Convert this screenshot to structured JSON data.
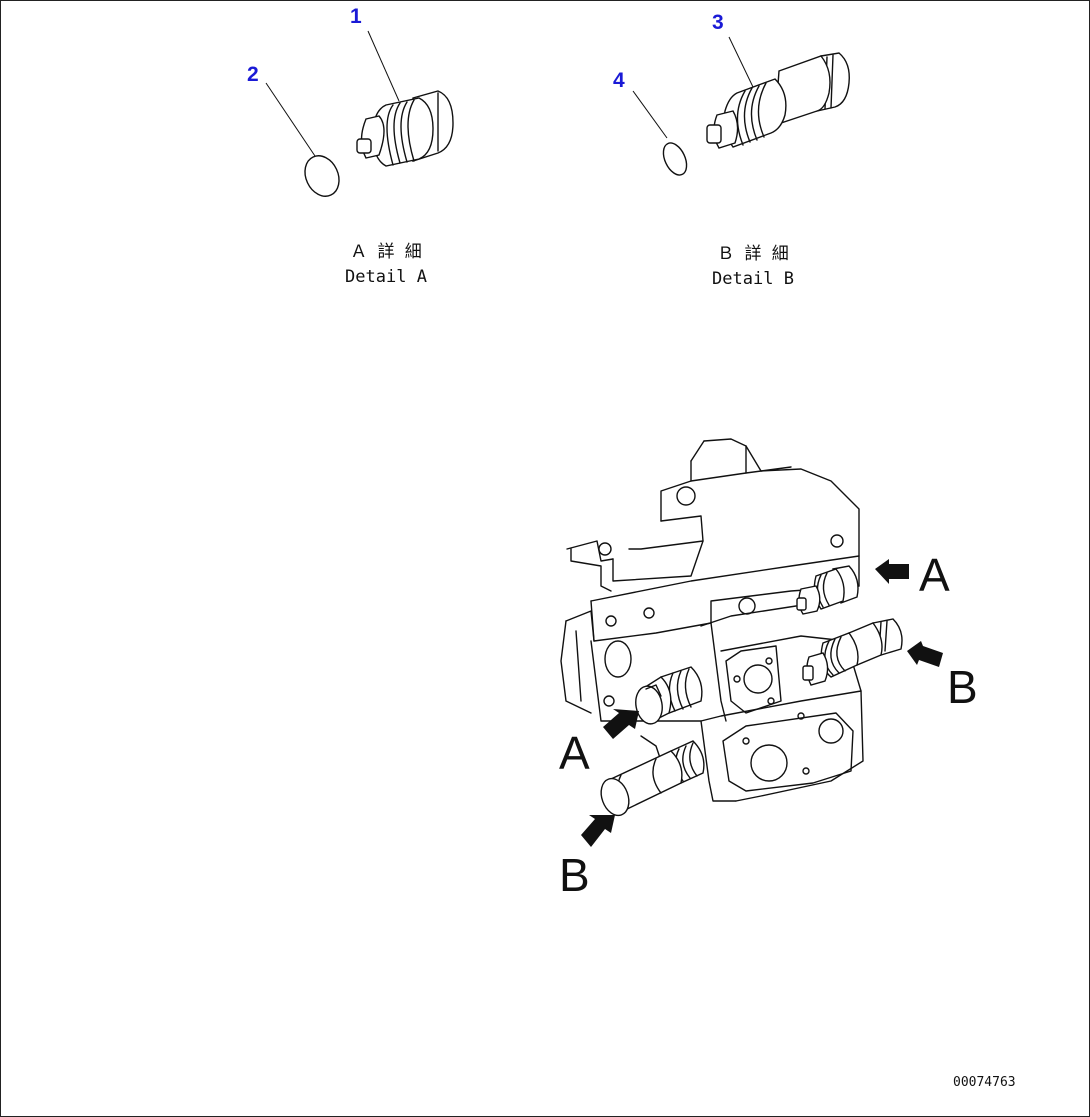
{
  "callouts": [
    "1",
    "2",
    "3",
    "4"
  ],
  "detail_a": {
    "jp": "Ａ 詳 細",
    "en": "Detail A"
  },
  "detail_b": {
    "jp": "Ｂ 詳 細",
    "en": "Detail B"
  },
  "view_letters": {
    "a_right": "A",
    "a_left": "A",
    "b_right": "B",
    "b_left": "B"
  },
  "drawing_code": "00074763",
  "colors": {
    "callout": "#1a1ad6",
    "line": "#111111"
  }
}
